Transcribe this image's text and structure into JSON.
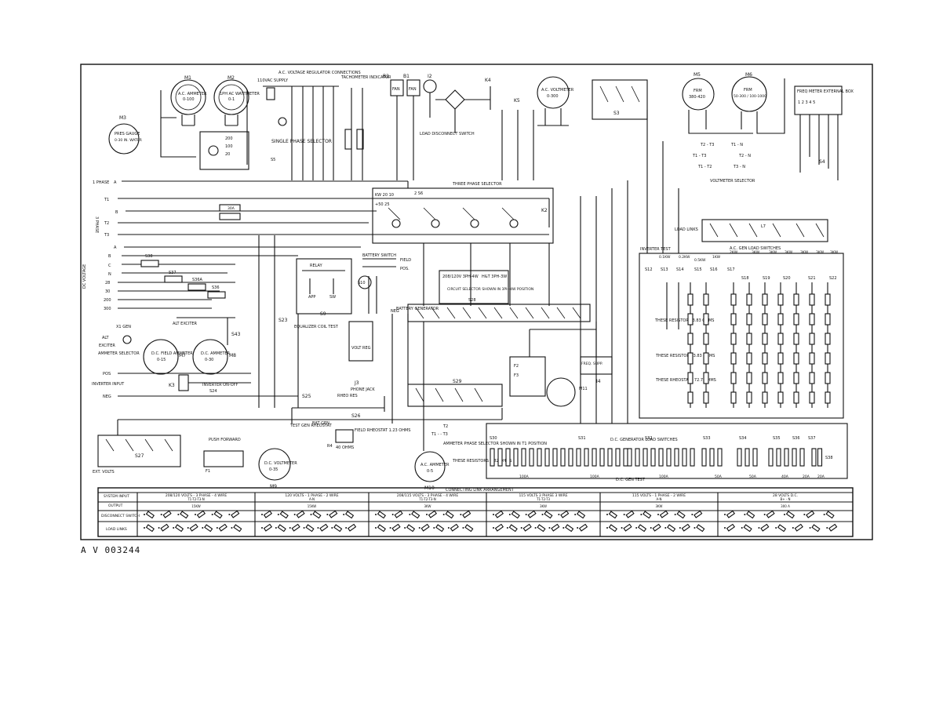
{
  "figure_id": "A V 003244",
  "meters": {
    "m1": {
      "ref": "M1",
      "name": "A.C. AMMETER",
      "range": "0-100"
    },
    "m2": {
      "ref": "M2",
      "name": "1PH AC WATTMETER",
      "range": "0-1"
    },
    "m3": {
      "ref": "M3",
      "name": "PRES GAUGE",
      "range": "0-30 IN. WATER"
    },
    "m5": {
      "ref": "M5",
      "name": "FRM",
      "range": "380-420"
    },
    "m6": {
      "ref": "M6",
      "name": "FRM",
      "range": "50-300 / 100-1000"
    },
    "m7": {
      "ref": "M7",
      "name": "D.C. FIELD AMMETER",
      "range": "0-15"
    },
    "m8": {
      "ref": "M8",
      "name": "D.C. AMMETER",
      "range": "0-30"
    },
    "m9": {
      "ref": "M9",
      "name": "D.C. VOLTMETER",
      "range": "0-35"
    },
    "m10": {
      "ref": "M10",
      "name": "A.C. AMMETER",
      "range": "0-5"
    },
    "m4": {
      "ref": "M4",
      "name": "A.C. VOLTMETER",
      "range": "0-300"
    }
  },
  "labels": {
    "regulator_connections": "A.C. VOLTAGE REGULATOR CONNECTIONS",
    "tachometer": "TACHOMETER INDICATOR",
    "supply": "110VAC SUPPLY",
    "single_phase_selector": "SINGLE PHASE SELECTOR",
    "three_phase_selector": "THREE PHASE SELECTOR",
    "load_disconnect": "LOAD DISCONNECT SWITCH",
    "freq_meter_box": "FREQ METER EXTERNAL BOX",
    "voltmeter_selector": "VOLTMETER SELECTOR",
    "load_links": "LOAD LINKS",
    "inverter_test": "INVERTER TEST",
    "ac_gen_load_switches": "A.C. GEN LOAD SWITCHES",
    "battery_switch": "BATTERY SWITCH",
    "battery_generator": "BATTERY GENERATOR",
    "circuit_selector": "CIRCUIT SELECTOR SHOWN IN 3PH-4W POSITION",
    "circuit_selector_ref": "S28",
    "cs_opt1": "208/120V 3PH-4W",
    "cs_opt2": "H&T 3PH-3W",
    "equalizer_coil_test": "EQUALIZER COIL TEST",
    "ammeter_selector": "AMMETER SELECTOR",
    "inverter_input": "INVERTER INPUT",
    "inverter_onoff": "INVERTER ON-OFF",
    "field_rheostat": "FIELD RHEOSTAT 1.23 OHMS",
    "rheo_res": "RHEO RES",
    "phone_jack": "PHONE JACK",
    "test_gen_rheostat": "TEST GEN RHEOSTAT",
    "bat_gen": "BAT GEN",
    "ohms_40": "40 OHMS",
    "ammeter_phase_selector": "AMMETER PHASE SELECTOR SHOWN IN T1 POSITION",
    "these_resistors_7": "THESE RESISTORS 7.82 OHMS",
    "these_resistors_3": "THESE RESISTORS 3.83 OHMS",
    "these_rheostats": "THESE RHEOSTATS 72.7 OHMS",
    "dc_gen_load_switches": "D.C. GENERATOR LOAD SWITCHES",
    "dc_gen_test": "D.C. GEN TEST",
    "one_phase": "1 PHASE",
    "three_phase": "3 PHASE",
    "dc_volts": "DC VOLTAGE",
    "push_forward": "PUSH FORWARD",
    "ext_volts": "EXT. VOLTS"
  },
  "left_terminals": [
    "A",
    "T1",
    "B",
    "T2",
    "T3",
    "A",
    "B",
    "C",
    "N",
    "28",
    "30",
    "200",
    "300"
  ],
  "ac_load_switches": [
    "S12",
    "S13",
    "S14",
    "S15",
    "S16",
    "S17",
    "S18",
    "S19",
    "S20",
    "S21",
    "S22"
  ],
  "ac_loads": [
    "0.1KW",
    "0.2KW",
    "0.5KW",
    "1KW",
    "2KW",
    "3KW",
    "3KW",
    "3KW",
    "3KW",
    "3KW",
    "3KW"
  ],
  "dc_switches": [
    "S30",
    "S31",
    "S32",
    "S33",
    "S34",
    "S35",
    "S36",
    "S37",
    "S38"
  ],
  "dc_loads": [
    "100A",
    "100A",
    "100A",
    "50A",
    "50A",
    "40A",
    "20A",
    "20A"
  ],
  "table": {
    "title": "CONNECTING LINK ARRANGEMENT",
    "row_headers": [
      "SYSTEM INPUT",
      "OUTPUT",
      "DISCONNECT SWITCH",
      "LOAD LINKS"
    ],
    "columns": [
      {
        "system": "208/120 VOLTS - 3 PHASE - 4 WIRE",
        "input": "T1-T2-T3-N",
        "output": "15KW"
      },
      {
        "system": "120 VOLTS - 1 PHASE - 2 WIRE",
        "input": "A-N",
        "output": "15KW"
      },
      {
        "system": "208/115 VOLTS - 3 PHASE - 4 WIRE",
        "input": "T1-T2-T3-N",
        "output": "3KW"
      },
      {
        "system": "115 VOLTS 3 PHASE 3 WIRE",
        "input": "T1-T2-T3",
        "output": "3KW"
      },
      {
        "system": "115 VOLTS - 1 PHASE - 2 WIRE",
        "input": "A-N",
        "output": "3KW"
      },
      {
        "system": "28 VOLTS D.C.",
        "input": "B+ - N",
        "output": "300 A"
      }
    ]
  }
}
